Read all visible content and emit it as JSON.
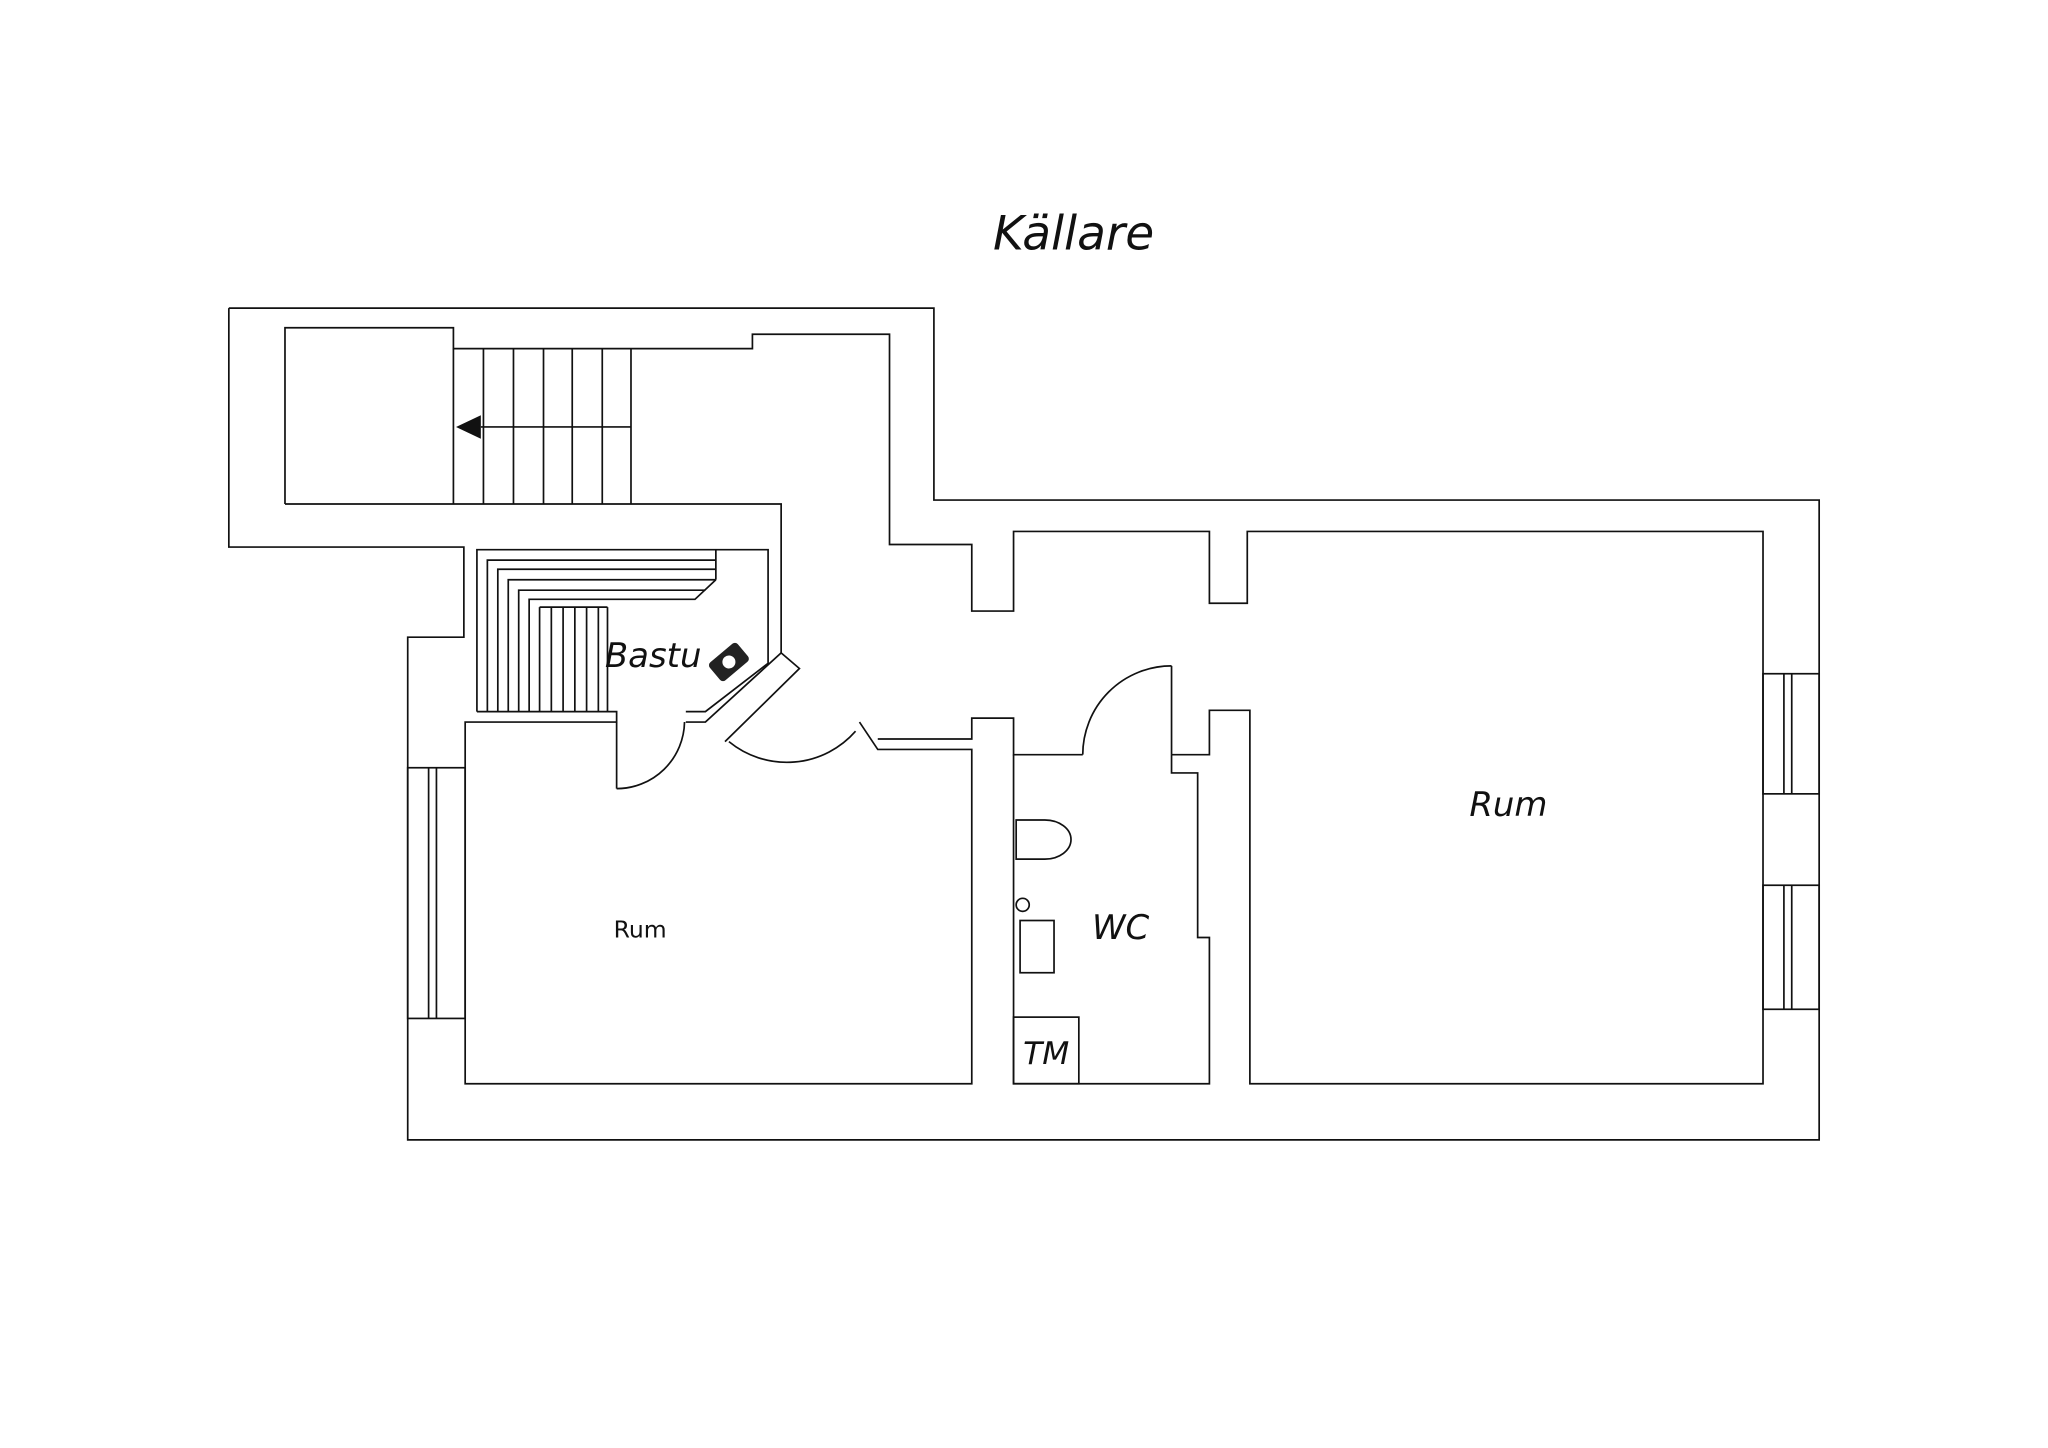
{
  "title": "Källare",
  "rooms": {
    "sauna": "Bastu",
    "room_left": "Rum",
    "wc": "WC",
    "laundry": "TM",
    "room_right": "Rum"
  },
  "colors": {
    "line": "#111111",
    "background": "#ffffff"
  }
}
